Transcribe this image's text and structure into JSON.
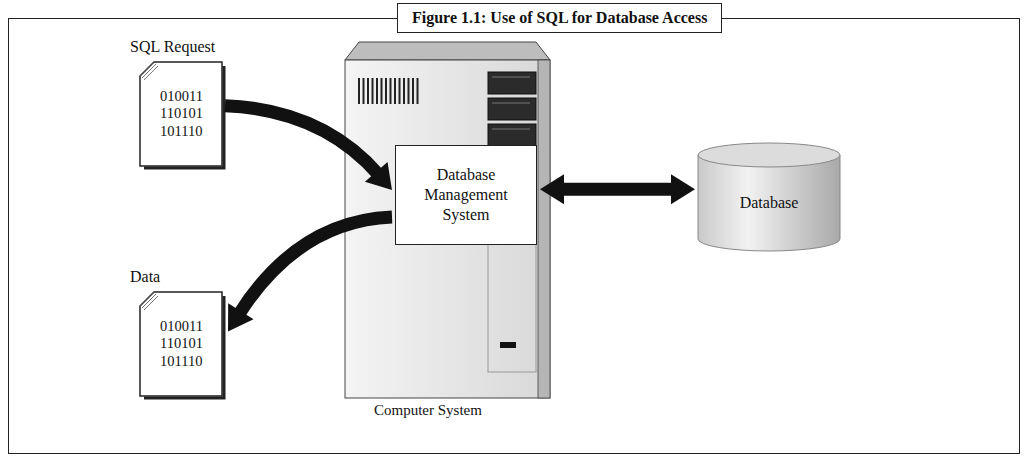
{
  "diagram": {
    "title": "Figure 1.1: Use of SQL for Database Access",
    "nodes": [
      {
        "text": [
          "SQL Request",
          "010011 110101 101110"
        ]
      },
      {
        "text": [
          "Computer System"
        ]
      },
      {
        "text": [
          "Database Management System"
        ],
        "in": 1
      },
      {
        "text": [
          "Data",
          "010011 110101 101110"
        ]
      },
      {
        "text": [
          "Database"
        ]
      }
    ],
    "edges": [
      {
        "from": 0,
        "to": 2,
        "arrow": "to"
      },
      {
        "from": 2,
        "to": 3,
        "arrow": "to"
      },
      {
        "from": 2,
        "to": 4,
        "arrow": "both"
      }
    ]
  }
}
